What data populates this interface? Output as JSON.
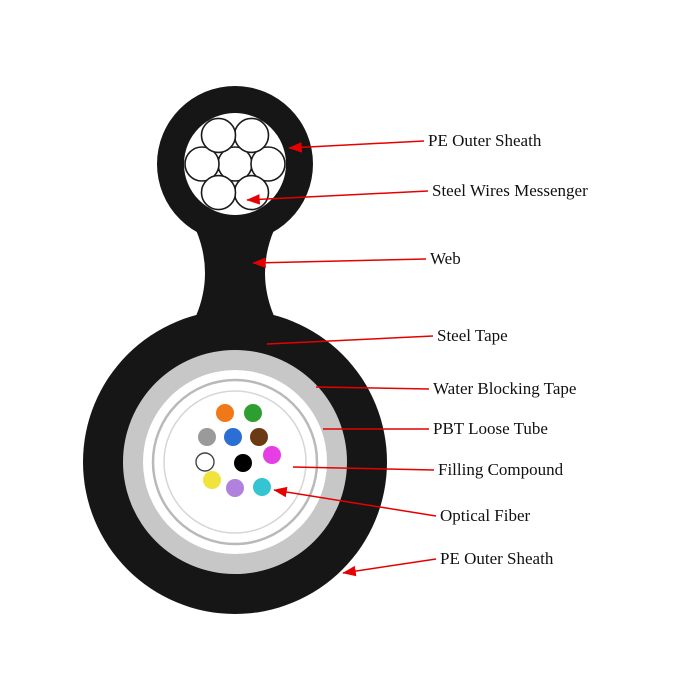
{
  "diagram": {
    "line_color": "#e60000",
    "sheath_color": "#161616",
    "steel_tape_color": "#c7c7c7",
    "tube_ring_color": "#b9b9b9",
    "inner_ring_color": "#d6d6d6"
  },
  "labels": [
    {
      "text": "PE Outer Sheath"
    },
    {
      "text": "Steel Wires Messenger"
    },
    {
      "text": "Web"
    },
    {
      "text": "Steel Tape"
    },
    {
      "text": "Water Blocking Tape"
    },
    {
      "text": "PBT Loose Tube"
    },
    {
      "text": "Filling Compound"
    },
    {
      "text": "Optical Fiber"
    },
    {
      "text": "PE Outer Sheath"
    }
  ],
  "fibers": [
    {
      "name": "orange",
      "color": "#f07818"
    },
    {
      "name": "green",
      "color": "#2f9e30"
    },
    {
      "name": "slate",
      "color": "#9a9a9a"
    },
    {
      "name": "blue",
      "color": "#2b6fd4"
    },
    {
      "name": "brown",
      "color": "#6b3a12"
    },
    {
      "name": "white",
      "color": "#ffffff"
    },
    {
      "name": "black",
      "color": "#000000"
    },
    {
      "name": "magenta",
      "color": "#e43ee4"
    },
    {
      "name": "yellow",
      "color": "#efe33c"
    },
    {
      "name": "violet",
      "color": "#b182dd"
    },
    {
      "name": "aqua",
      "color": "#35c5d2"
    }
  ]
}
